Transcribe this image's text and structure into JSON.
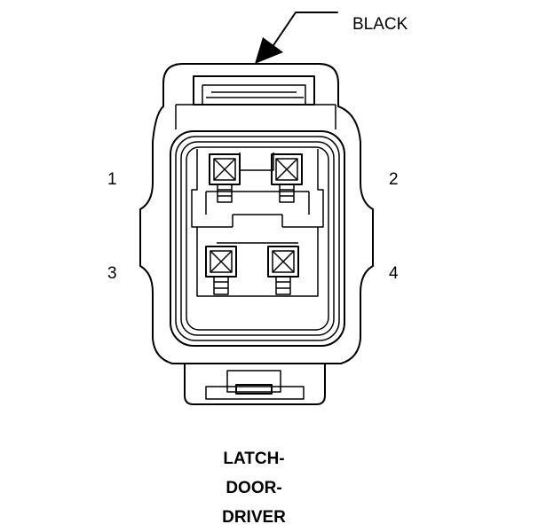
{
  "color_label": "BLACK",
  "pins": [
    "1",
    "2",
    "3",
    "4"
  ],
  "title_lines": [
    "LATCH-",
    "DOOR-",
    "DRIVER"
  ]
}
